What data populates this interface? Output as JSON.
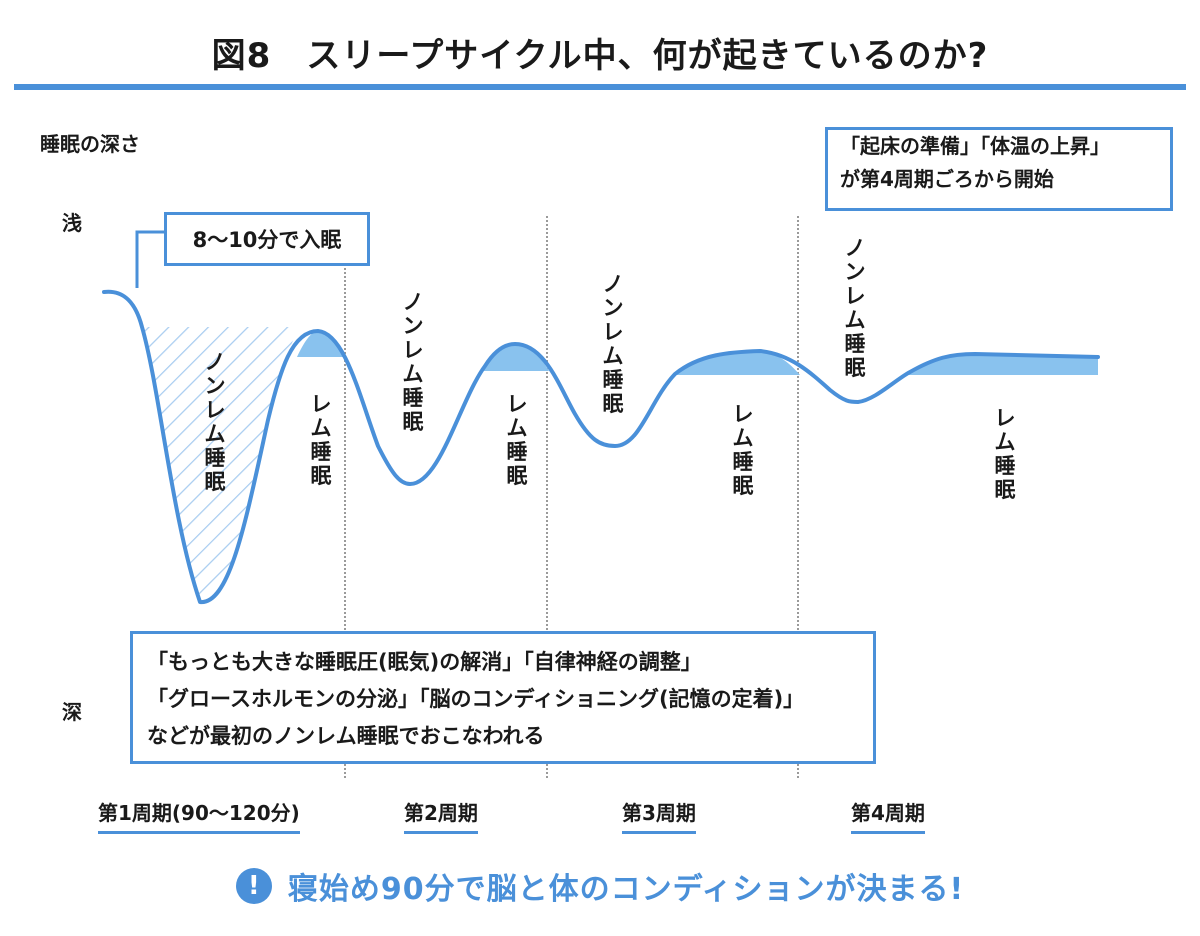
{
  "header": {
    "title": "図8　スリープサイクル中、何が起きているのか?"
  },
  "axis": {
    "ylabel": "睡眠の深さ",
    "top_tick": "浅",
    "bottom_tick": "深"
  },
  "callouts": {
    "onset": "8〜10分で入眠",
    "top_right": [
      "「起床の準備」「体温の上昇」",
      "が第4周期ごろから開始"
    ],
    "bottom": [
      "「もっとも大きな睡眠圧(眠気)の解消」「自律神経の調整」",
      "「グロースホルモンの分泌」「脳のコンディショニング(記憶の定着)」",
      "などが最初のノンレム睡眠でおこなわれる"
    ]
  },
  "stage_labels": {
    "nrem": "ノ\nン\nレ\nム\n睡\n眠",
    "rem": "レ\nム\n睡\n眠"
  },
  "cycles": [
    "第1周期(90〜120分)",
    "第2周期",
    "第3周期",
    "第4周期"
  ],
  "footer": {
    "icon": "!",
    "text": "寝始め90分で脳と体のコンディションが決まる!"
  },
  "colors": {
    "accent": "#4a90d9",
    "rem_fill": "#89c2ee",
    "hatch": "#a9cdf0",
    "text": "#1a1a1a"
  },
  "icons": {
    "footer": "exclamation-circle-icon"
  }
}
